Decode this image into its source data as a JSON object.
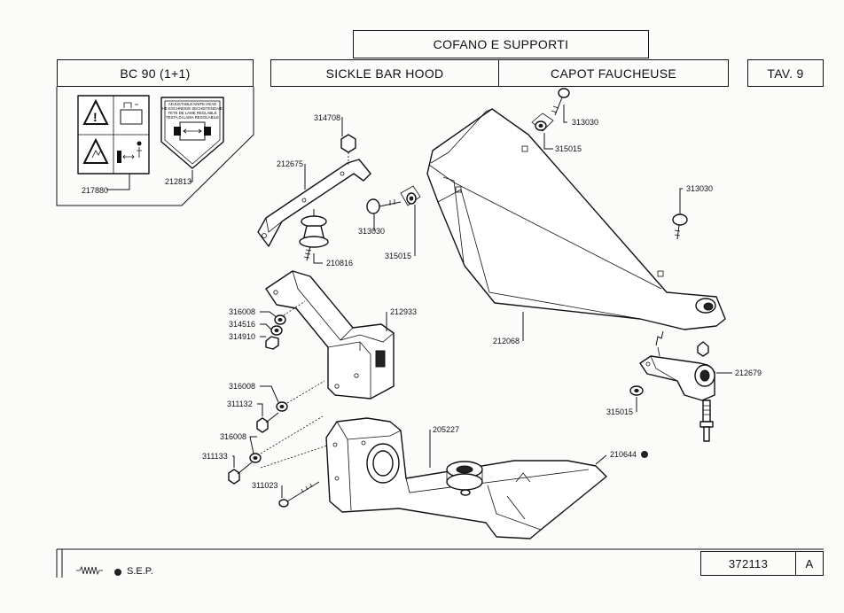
{
  "header": {
    "title_it": "COFANO E SUPPORTI",
    "model": "BC 90 (1+1)",
    "title_en": "SICKLE BAR HOOD",
    "title_fr": "CAPOT FAUCHEUSE",
    "plate": "TAV. 9"
  },
  "decal_text": {
    "line1": "ADJUSTABLE KNIFE HEAD",
    "line2": "HE ESCHNEIDE SECHEITENDAIE",
    "line3": "TETE DE LAME REGLABLE",
    "line4": "TESTA DI LAMA REGOLABILE"
  },
  "parts": {
    "p217880": "217880",
    "p212813": "212813",
    "p314708": "314708",
    "p212675": "212675",
    "p210816": "210816",
    "p313030_a": "313030",
    "p315015_a": "315015",
    "p313030_b": "313030",
    "p315015_b": "315015",
    "p313030_c": "313030",
    "p212068": "212068",
    "p316008_a": "316008",
    "p314516": "314516",
    "p314910": "314910",
    "p212933": "212933",
    "p316008_b": "316008",
    "p311132": "311132",
    "p316008_c": "316008",
    "p311133": "311133",
    "p311023": "311023",
    "p205227": "205227",
    "p210644": "210644",
    "p212679": "212679",
    "p315015_c": "315015"
  },
  "footer": {
    "legend": "S.E.P.",
    "doc_number": "372113",
    "revision": "A"
  },
  "icons": [
    "spring-icon",
    "filled-dot-icon",
    "warning-triangle-icon"
  ]
}
